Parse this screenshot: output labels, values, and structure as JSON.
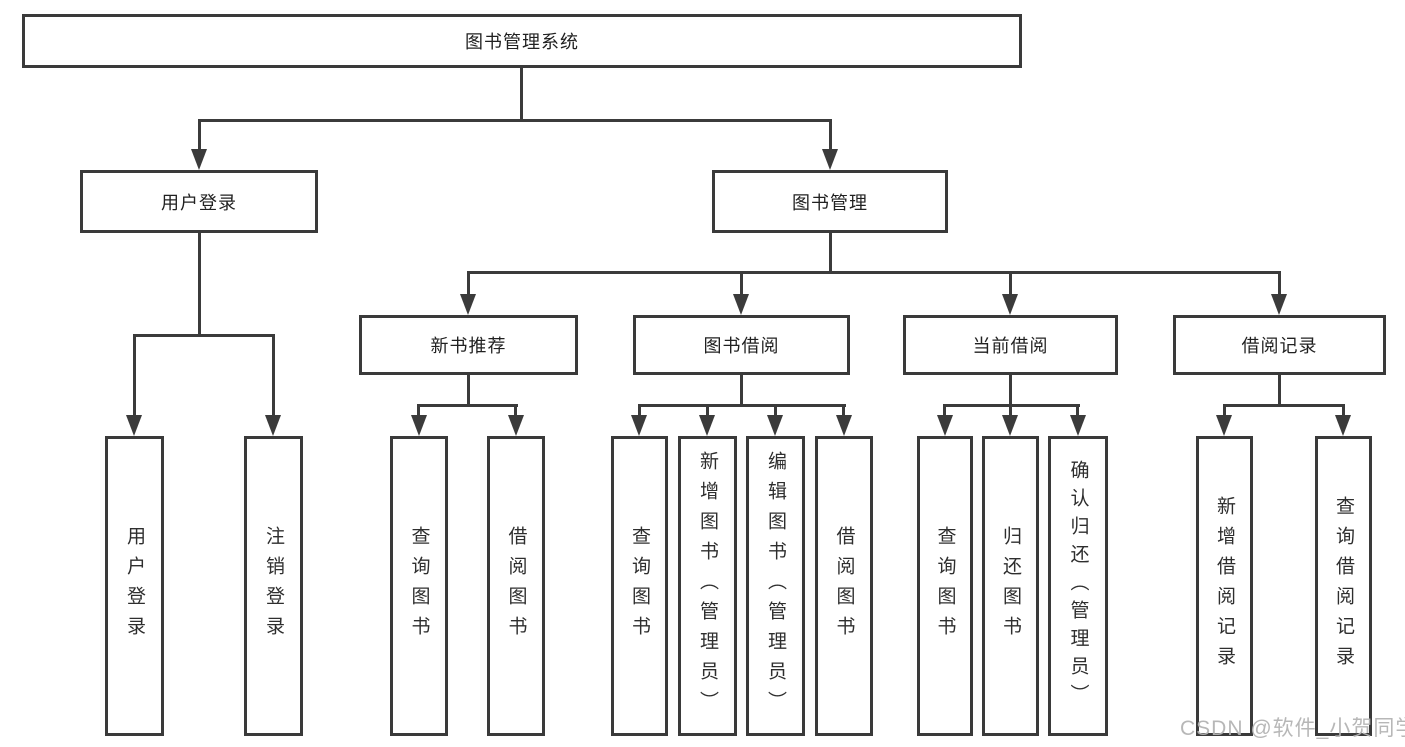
{
  "diagram": {
    "root": "图书管理系统",
    "level2": [
      "用户登录",
      "图书管理"
    ],
    "level3": [
      "新书推荐",
      "图书借阅",
      "当前借阅",
      "借阅记录"
    ],
    "leaves": {
      "user_login": [
        "用户登录",
        "注销登录"
      ],
      "new_book_recommend": [
        "查询图书",
        "借阅图书"
      ],
      "book_borrow": [
        "查询图书",
        "新增图书（管理员）",
        "编辑图书（管理员）",
        "借阅图书"
      ],
      "current_borrow": [
        "查询图书",
        "归还图书",
        "确认归还（管理员）"
      ],
      "borrow_record": [
        "新增借阅记录",
        "查询借阅记录"
      ]
    }
  },
  "watermark": "CSDN @软件_小贺同学",
  "colors": {
    "line": "#3b3b3b",
    "border": "#3a3a3a",
    "text": "#212121",
    "watermark": "#b4b4b4",
    "background": "#ffffff"
  }
}
